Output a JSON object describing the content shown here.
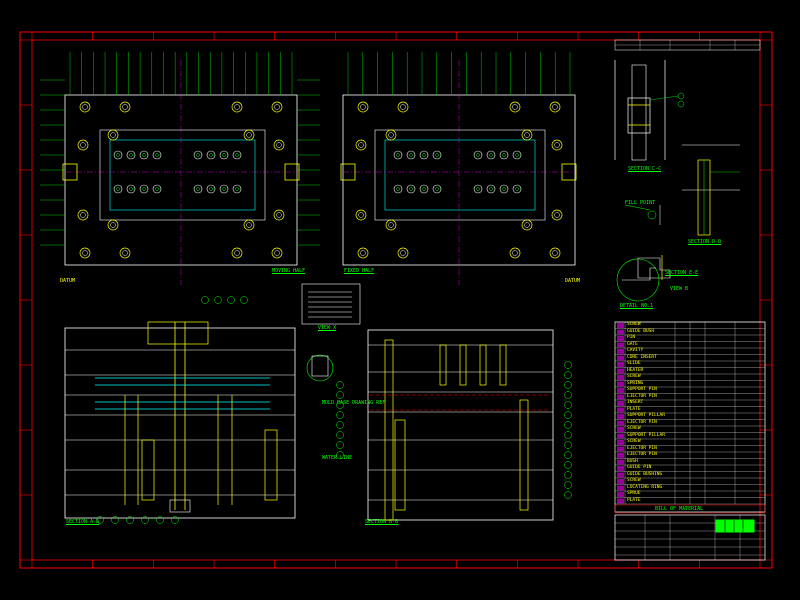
{
  "view_titles": {
    "top_left": "MOVING HALF",
    "top_right": "FIXED HALF",
    "section_a": "SECTION A-A",
    "section_b": "SECTION B-B",
    "section_c": "SECTION C-C",
    "section_d": "SECTION D-D",
    "section_e": "SECTION E-E",
    "detail": "DETAIL NO.1",
    "view_x": "VIEW X"
  },
  "callouts": {
    "datum_left": "DATUM",
    "datum_right": "DATUM",
    "annotation_1": "MOLD BASE DRAWING REF",
    "annotation_2": "WATER LINE",
    "fill_point": "FILL POINT",
    "view_arrow": "VIEW B"
  },
  "bom": {
    "title": "BILL OF MATERIAL",
    "rows": [
      "SCREW",
      "GUIDE BUSH",
      "PIN",
      "GATE",
      "CAVITY",
      "CORE INSERT",
      "SLIDE",
      "HEATER",
      "SCREW",
      "SPRING",
      "SUPPORT PIN",
      "EJECTOR PIN",
      "INSERT",
      "PLATE",
      "SUPPORT PILLAR",
      "EJECTOR PIN",
      "SCREW",
      "SUPPORT PILLAR",
      "SCREW",
      "EJECTOR PIN",
      "EJECTOR PIN",
      "BUSH",
      "GUIDE PIN",
      "GUIDE BUSHING",
      "SCREW",
      "LOCATING RING",
      "SPRUE",
      "PLATE"
    ]
  },
  "colors": {
    "frame": "#ff0000",
    "lines": "#ffffff",
    "dims": "#00ff00",
    "parts": "#ffff00",
    "water": "#00ffff",
    "section": "#ff00ff",
    "highlight": "#00ff00"
  }
}
